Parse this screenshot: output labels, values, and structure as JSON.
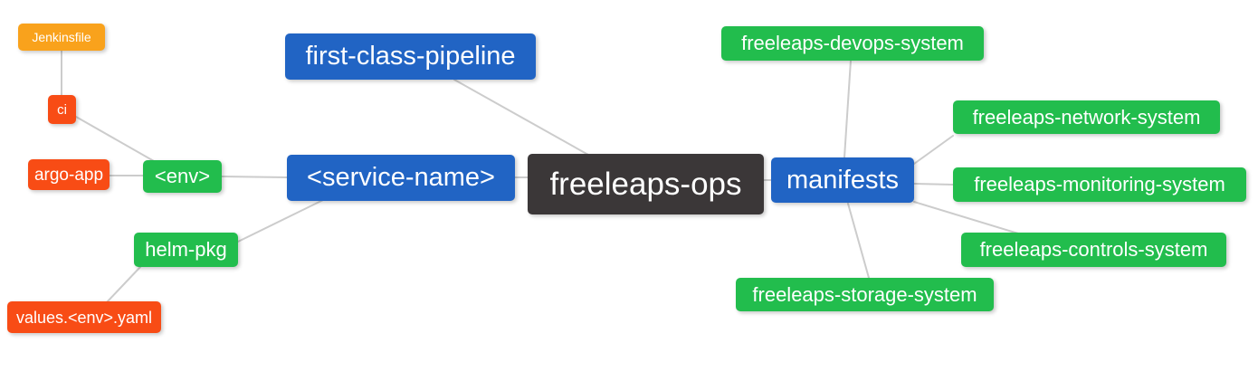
{
  "diagram": {
    "type": "mind-map",
    "background_color": "#ffffff",
    "edge_color": "#cccccc",
    "palette": {
      "root_node": "#3b3738",
      "branch_node": "#2164c4",
      "leaf_node": "#22bd4d",
      "file_node": "#f84c15",
      "source_node": "#f9a21c"
    },
    "nodes": {
      "root": {
        "label": "freeleaps-ops"
      },
      "first_class_pipeline": {
        "label": "first-class-pipeline"
      },
      "service_name": {
        "label": "<service-name>"
      },
      "manifests": {
        "label": "manifests"
      },
      "env": {
        "label": "<env>"
      },
      "helm_pkg": {
        "label": "helm-pkg"
      },
      "ci": {
        "label": "ci"
      },
      "argo_app": {
        "label": "argo-app"
      },
      "jenkinsfile": {
        "label": "Jenkinsfile"
      },
      "values_env_yaml": {
        "label": "values.<env>.yaml"
      },
      "devops_system": {
        "label": "freeleaps-devops-system"
      },
      "network_system": {
        "label": "freeleaps-network-system"
      },
      "monitoring_system": {
        "label": "freeleaps-monitoring-system"
      },
      "controls_system": {
        "label": "freeleaps-controls-system"
      },
      "storage_system": {
        "label": "freeleaps-storage-system"
      }
    },
    "edges": [
      {
        "from": "jenkinsfile",
        "to": "ci"
      },
      {
        "from": "ci",
        "to": "env"
      },
      {
        "from": "argo_app",
        "to": "env"
      },
      {
        "from": "env",
        "to": "service_name"
      },
      {
        "from": "helm_pkg",
        "to": "service_name"
      },
      {
        "from": "helm_pkg",
        "to": "values_env_yaml"
      },
      {
        "from": "first_class_pipeline",
        "to": "root"
      },
      {
        "from": "service_name",
        "to": "root"
      },
      {
        "from": "root",
        "to": "manifests"
      },
      {
        "from": "manifests",
        "to": "devops_system"
      },
      {
        "from": "manifests",
        "to": "network_system"
      },
      {
        "from": "manifests",
        "to": "monitoring_system"
      },
      {
        "from": "manifests",
        "to": "controls_system"
      },
      {
        "from": "manifests",
        "to": "storage_system"
      }
    ]
  }
}
